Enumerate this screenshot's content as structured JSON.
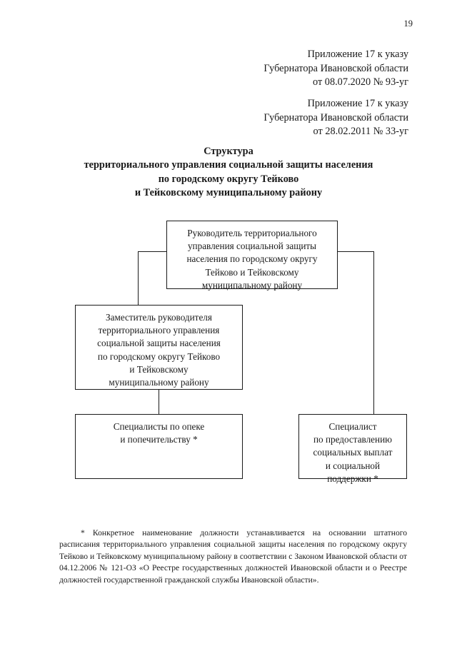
{
  "document": {
    "page_number": "19",
    "appendix_blocks": [
      {
        "line1": "Приложение 17 к указу",
        "line2": "Губернатора Ивановской области",
        "line3": "от 08.07.2020 № 93-уг"
      },
      {
        "line1": "Приложение 17 к указу",
        "line2": "Губернатора Ивановской области",
        "line3": "от 28.02.2011 № 33-уг"
      }
    ],
    "title": {
      "line1": "Структура",
      "line2": "территориального управления социальной защиты населения",
      "line3": "по городскому округу Тейково",
      "line4": "и Тейковскому муниципальному району"
    },
    "org_chart": {
      "nodes": {
        "head": {
          "line1": "Руководитель территориального",
          "line2": "управления социальной защиты",
          "line3": "населения по городскому округу",
          "line4": "Тейково и Тейковскому",
          "line5": "муниципальному району"
        },
        "deputy": {
          "line1": "Заместитель руководителя",
          "line2": "территориального управления",
          "line3": "социальной защиты населения",
          "line4": "по городскому округу Тейково",
          "line5": "и Тейковскому",
          "line6": "муниципальному району"
        },
        "guardianship": {
          "line1": "Специалисты по опеке",
          "line2": "и попечительству *"
        },
        "payments": {
          "line1": "Специалист",
          "line2": "по предоставлению",
          "line3": "социальных выплат",
          "line4": "и социальной",
          "line5": "поддержки *"
        }
      }
    },
    "footnote": "* Конкретное наименование должности устанавливается на основании штатного расписания территориального управления социальной защиты населения по городскому округу Тейково и Тейковскому муниципальному району в соответствии с Законом Ивановской области от 04.12.2006 № 121-ОЗ «О Реестре государственных должностей Ивановской области и о Реестре должностей государственной гражданской службы Ивановской области»."
  }
}
